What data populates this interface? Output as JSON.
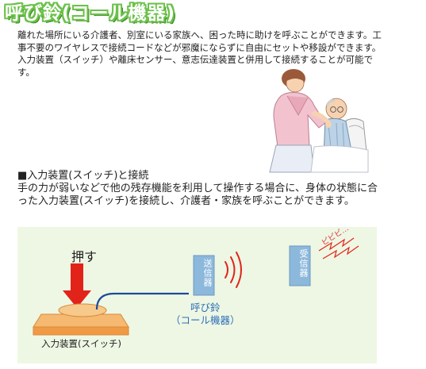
{
  "page": {
    "title": "呼び鈴(コール機器)",
    "intro": "離れた場所にいる介護者、別室にいる家族へ、困った時に助けを呼ぶことができます。工事不要のワイヤレスで接続コードなどが邪魔にならずに自由にセットや移設ができます。入力装置（スイッチ）や離床センサー、意志伝達装置と併用して接続することが可能です。"
  },
  "section": {
    "heading": "■入力装置(スイッチ)と接続",
    "text": "手の力が弱いなどで他の残存機能を利用して操作する場合に、身体の状態に合った入力装置(スイッチ)を接続し、介護者・家族を呼ぶことができます。"
  },
  "diagram": {
    "push_label": "押す",
    "switch_label": "入力装置(スイッチ)",
    "transmitter_label": "送信器",
    "bell_line1": "呼び鈴",
    "bell_line2": "（コール機器）",
    "receiver_label": "受信器",
    "beep_text": "ピピピ…"
  },
  "colors": {
    "title_green": "#6cc14a",
    "diagram_bg": "#eef7e4",
    "box_blue": "#8cb8dc",
    "arrow_red": "#e2231a",
    "switch_orange": "#f5b971",
    "bell_label_blue": "#2b6fb8"
  },
  "icons": {
    "illustration": "caregiver-with-patient-illustration",
    "arrow": "red-down-arrow-icon",
    "waves": "radio-waves-icon",
    "beep": "beep-zigzag-icon"
  }
}
